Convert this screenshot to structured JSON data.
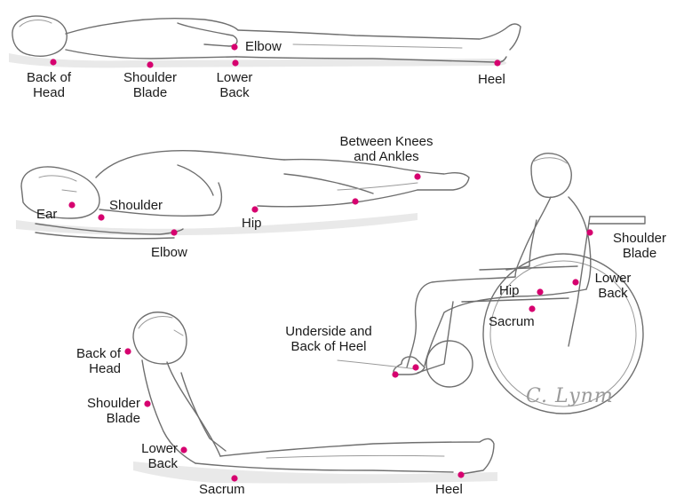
{
  "accent_color": "#d6006f",
  "signature": "C. Lynm",
  "labels": {
    "supine_elbow": "Elbow",
    "supine_back_of_head": "Back of\nHead",
    "supine_shoulder_blade": "Shoulder\nBlade",
    "supine_lower_back": "Lower\nBack",
    "supine_heel": "Heel",
    "side_between_knees": "Between Knees\nand Ankles",
    "side_ear": "Ear",
    "side_shoulder": "Shoulder",
    "side_hip": "Hip",
    "side_elbow": "Elbow",
    "chair_shoulder_blade": "Shoulder\nBlade",
    "chair_lower_back": "Lower\nBack",
    "chair_hip": "Hip",
    "chair_sacrum": "Sacrum",
    "chair_heel": "Underside and\nBack of Heel",
    "semi_back_of_head": "Back of\nHead",
    "semi_shoulder_blade": "Shoulder\nBlade",
    "semi_lower_back": "Lower\nBack",
    "semi_sacrum": "Sacrum",
    "semi_heel": "Heel"
  }
}
